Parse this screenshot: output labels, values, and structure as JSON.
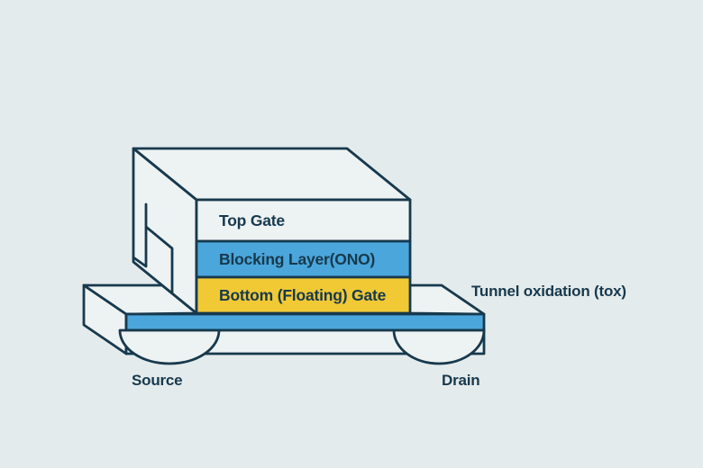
{
  "colors": {
    "background": "#e4ebec",
    "outline": "#17394d",
    "layer_blue": "#4ba6db",
    "layer_yellow": "#f0c935",
    "face_light": "#edf2f3"
  },
  "stack": {
    "top_gate": "Top Gate",
    "blocking_layer": "Blocking Layer(ONO)",
    "floating_gate": "Bottom (Floating) Gate"
  },
  "substrate": {
    "tunnel_oxide": "Tunnel oxidation (tox)",
    "source": "Source",
    "drain": "Drain"
  }
}
